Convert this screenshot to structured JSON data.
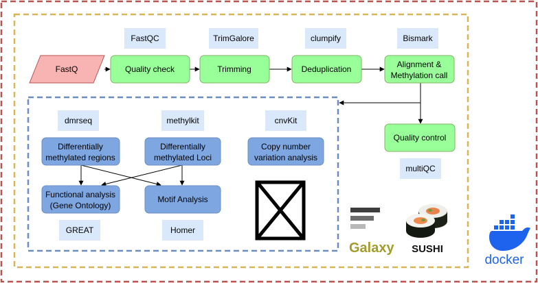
{
  "input": {
    "label": "FastQ"
  },
  "tools": {
    "fastqc": "FastQC",
    "trimgalore": "TrimGalore",
    "clumpify": "clumpify",
    "bismark": "Bismark",
    "multiqc": "multiQC",
    "dmrseq": "dmrseq",
    "methylkit": "methylkit",
    "cnvkit": "cnvKit",
    "great": "GREAT",
    "homer": "Homer"
  },
  "steps": {
    "quality_check": "Quality check",
    "trimming": "Trimming",
    "deduplication": "Deduplication",
    "alignment": [
      "Alignment &",
      "Methylation call"
    ],
    "quality_control": "Quality control"
  },
  "analysis": {
    "dmr": [
      "Differentially",
      "methylated regions"
    ],
    "dml": [
      "Differentially",
      "methylated Loci"
    ],
    "cnv": [
      "Copy number",
      "variation analysis"
    ],
    "functional": [
      "Functional analysis",
      "(Gene Ontology)"
    ],
    "motif": "Motif Analysis"
  },
  "logos": {
    "galaxy": "Galaxy",
    "sushi": "SUSHI",
    "docker": "docker"
  },
  "colors": {
    "green_fill": "#99ff99",
    "green_stroke": "#82b366",
    "pink_fill": "#f8b3b3",
    "pink_stroke": "#b85450",
    "blue_fill": "#7ea6e0",
    "blue_stroke": "#6c8ebf",
    "tool_fill": "#dae8fc",
    "outer_border": "#b85450",
    "middle_border": "#d6b656",
    "inner_border": "#6c8ebf",
    "docker_blue": "#1d63ed"
  }
}
